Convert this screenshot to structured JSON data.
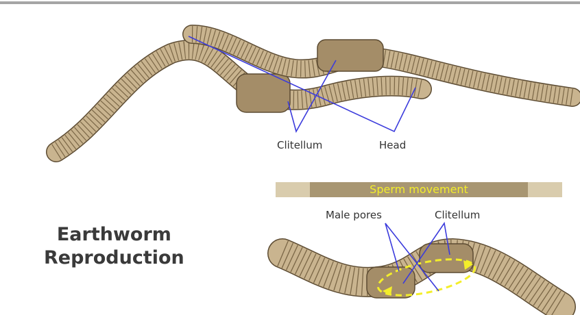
{
  "title_line1": "Earthworm",
  "title_line2": "Reproduction",
  "labels": {
    "clitellum_top": "Clitellum",
    "head": "Head",
    "male_pores": "Male pores",
    "clitellum_bottom": "Clitellum",
    "sperm_movement": "Sperm movement"
  },
  "colors": {
    "worm": "#c9b48f",
    "clitellum": "#a48d68",
    "pointer": "#3b3bdc",
    "arrow": "#f3ee2a"
  }
}
